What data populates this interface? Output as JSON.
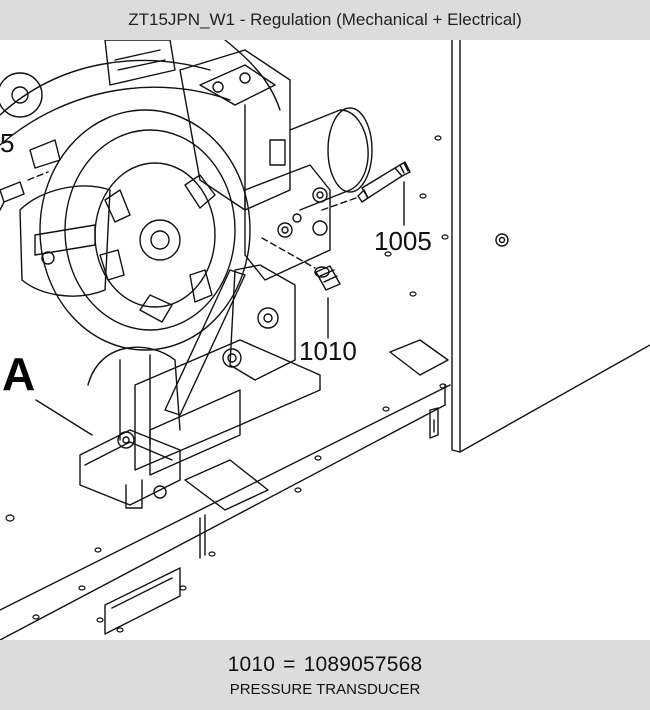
{
  "header": {
    "title": "ZT15JPN_W1 - Regulation (Mechanical + Electrical)"
  },
  "drawing": {
    "callouts": {
      "c1005": "1005",
      "c1010": "1010",
      "c5": "5"
    },
    "view_letter": "A"
  },
  "footer": {
    "part_ref": "1010",
    "equals": "=",
    "part_number": "1089057568",
    "description": "PRESSURE TRANSDUCER"
  }
}
